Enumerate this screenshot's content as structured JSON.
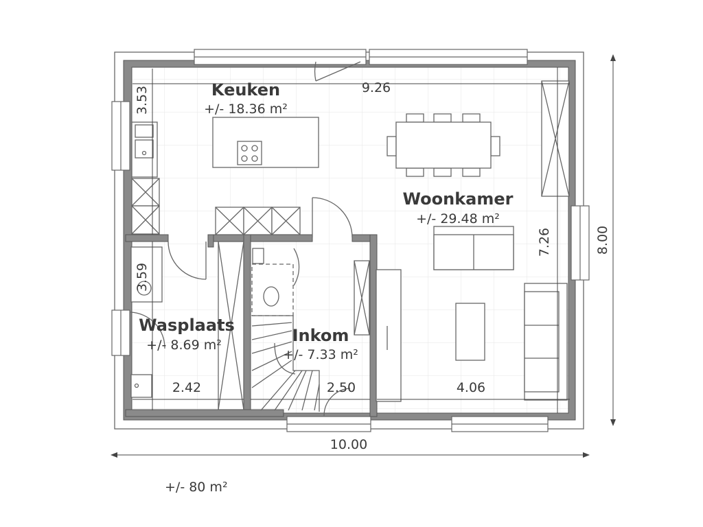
{
  "plan": {
    "rooms": [
      {
        "name": "Keuken",
        "area": "+/- 18.36 m²"
      },
      {
        "name": "Woonkamer",
        "area": "+/- 29.48 m²"
      },
      {
        "name": "Wasplaats",
        "area": "+/- 8.69 m²"
      },
      {
        "name": "Inkom",
        "area": "+/- 7.33 m²"
      }
    ],
    "dimensions": {
      "top_inner": "9.26",
      "keuken_depth": "3.53",
      "wasplaats_depth": "3.59",
      "wasplaats_width": "2.42",
      "inkom_width": "2.50",
      "woonkamer_width": "4.06",
      "woonkamer_depth": "7.26",
      "total_depth": "8.00",
      "total_width": "10.00"
    },
    "total_area": "+/- 80 m²"
  }
}
